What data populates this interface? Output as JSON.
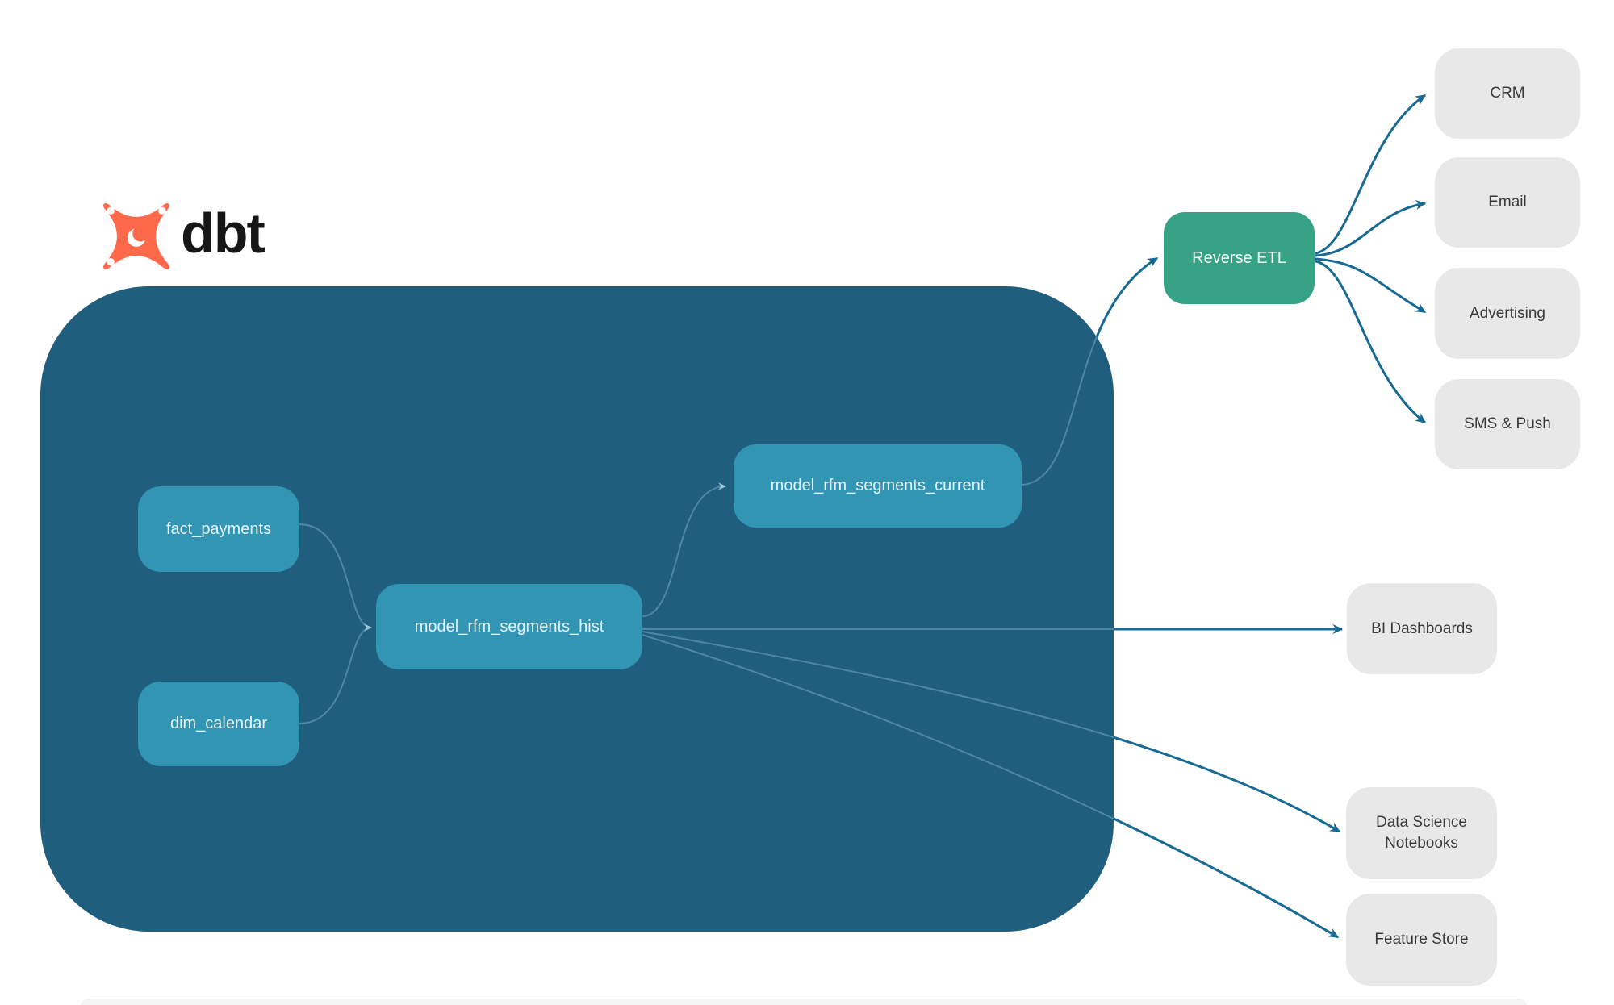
{
  "logo": {
    "text": "dbt",
    "icon": "dbt-star-icon",
    "brand_color": "#ff694b"
  },
  "nodes": {
    "fact_payments": {
      "label": "fact_payments",
      "type": "model"
    },
    "dim_calendar": {
      "label": "dim_calendar",
      "type": "model"
    },
    "model_rfm_segments_hist": {
      "label": "model_rfm_segments_hist",
      "type": "model"
    },
    "model_rfm_segments_current": {
      "label": "model_rfm_segments_current",
      "type": "model"
    },
    "reverse_etl": {
      "label": "Reverse ETL",
      "type": "process"
    },
    "crm": {
      "label": "CRM",
      "type": "destination"
    },
    "email": {
      "label": "Email",
      "type": "destination"
    },
    "advertising": {
      "label": "Advertising",
      "type": "destination"
    },
    "sms_push": {
      "label": "SMS & Push",
      "type": "destination"
    },
    "bi_dashboards": {
      "label": "BI Dashboards",
      "type": "destination"
    },
    "data_science_notebooks": {
      "label": "Data Science Notebooks",
      "type": "destination"
    },
    "feature_store": {
      "label": "Feature Store",
      "type": "destination"
    }
  },
  "edges": [
    {
      "from": "fact_payments",
      "to": "model_rfm_segments_hist"
    },
    {
      "from": "dim_calendar",
      "to": "model_rfm_segments_hist"
    },
    {
      "from": "model_rfm_segments_hist",
      "to": "model_rfm_segments_current"
    },
    {
      "from": "model_rfm_segments_current",
      "to": "reverse_etl"
    },
    {
      "from": "reverse_etl",
      "to": "crm"
    },
    {
      "from": "reverse_etl",
      "to": "email"
    },
    {
      "from": "reverse_etl",
      "to": "advertising"
    },
    {
      "from": "reverse_etl",
      "to": "sms_push"
    },
    {
      "from": "model_rfm_segments_hist",
      "to": "bi_dashboards"
    },
    {
      "from": "model_rfm_segments_hist",
      "to": "data_science_notebooks"
    },
    {
      "from": "model_rfm_segments_hist",
      "to": "feature_store"
    }
  ],
  "colors": {
    "background": "#ffffff",
    "container": "#205e7e",
    "model_node": "#3295b3",
    "model_node_text": "#e3f2f7",
    "reverse_etl_node": "#38a287",
    "destination_node": "#e8e8e8",
    "destination_node_text": "#3a3a3a",
    "edge_dark": "#176a93",
    "edge_light": "#7fb6cc",
    "logo_orange": "#ff694b",
    "logo_text": "#161616"
  }
}
